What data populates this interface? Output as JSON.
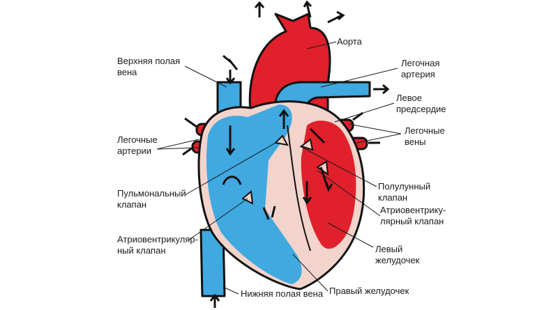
{
  "labels": {
    "aorta": "Аорта",
    "superior_vena_cava": [
      "Верхняя полая",
      "вена"
    ],
    "pulmonary_artery_right": [
      "Легочная",
      "артерия"
    ],
    "left_atrium": [
      "Левое",
      "предсердие"
    ],
    "pulmonary_arteries_left": [
      "Легочные",
      "артерии"
    ],
    "pulmonary_veins": [
      "Легочные",
      "вены"
    ],
    "pulmonary_valve": [
      "Пульмональный",
      "клапан"
    ],
    "semilunar_valve": [
      "Полулунный",
      "клапан"
    ],
    "av_valve_right": [
      "Атриовентрику-",
      "лярный клапан"
    ],
    "av_valve_left": [
      "Атриовентрикуляр-",
      "ный клапан"
    ],
    "left_ventricle": [
      "Левый",
      "желудочек"
    ],
    "inferior_vena_cava": "Нижняя полая вена",
    "right_ventricle": "Правый желудочек"
  },
  "colors": {
    "oxygenated": "#e0202a",
    "deoxygenated": "#3fa9e0",
    "muscle": "#f2d4cc",
    "outline": "#111111"
  }
}
